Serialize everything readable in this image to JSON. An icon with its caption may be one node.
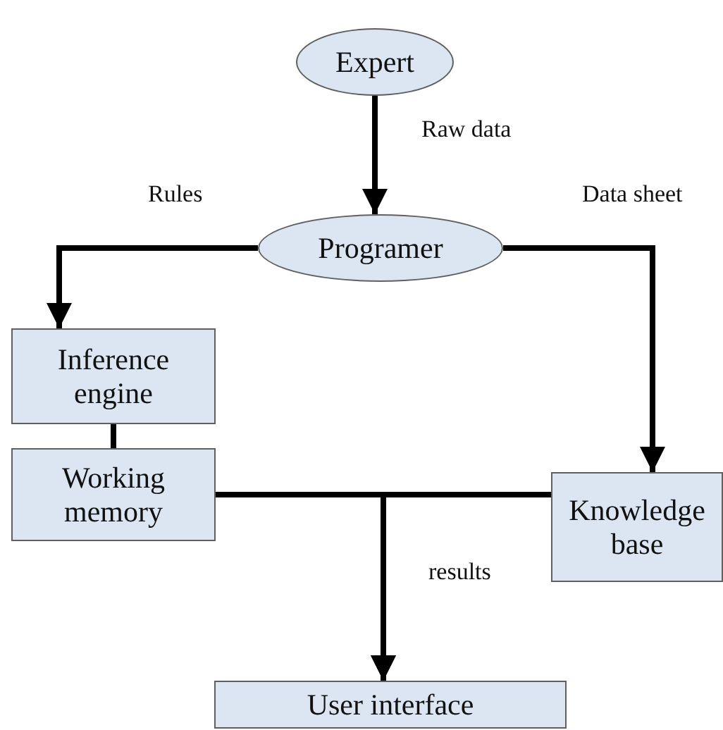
{
  "diagram": {
    "nodes": [
      {
        "text": [
          "Expert"
        ]
      },
      {
        "text": [
          "Programer"
        ]
      },
      {
        "text": [
          "Inference engine"
        ]
      },
      {
        "text": [
          "Working memory"
        ]
      },
      {
        "text": [
          "Knowledge base"
        ]
      },
      {
        "text": [
          "User interface"
        ]
      }
    ],
    "edges": [
      {
        "from": 0,
        "to": 1,
        "arrow": "to",
        "label": "Raw data"
      },
      {
        "from": 1,
        "to": 2,
        "arrow": "to",
        "label": "Rules"
      },
      {
        "from": 1,
        "to": 4,
        "arrow": "to",
        "label": "Data sheet"
      },
      {
        "from": 2,
        "to": 3,
        "arrow": "none"
      },
      {
        "from": 3,
        "to": 5,
        "arrow": "to",
        "label": "results"
      },
      {
        "from": 4,
        "to": 5,
        "arrow": "to"
      }
    ]
  }
}
